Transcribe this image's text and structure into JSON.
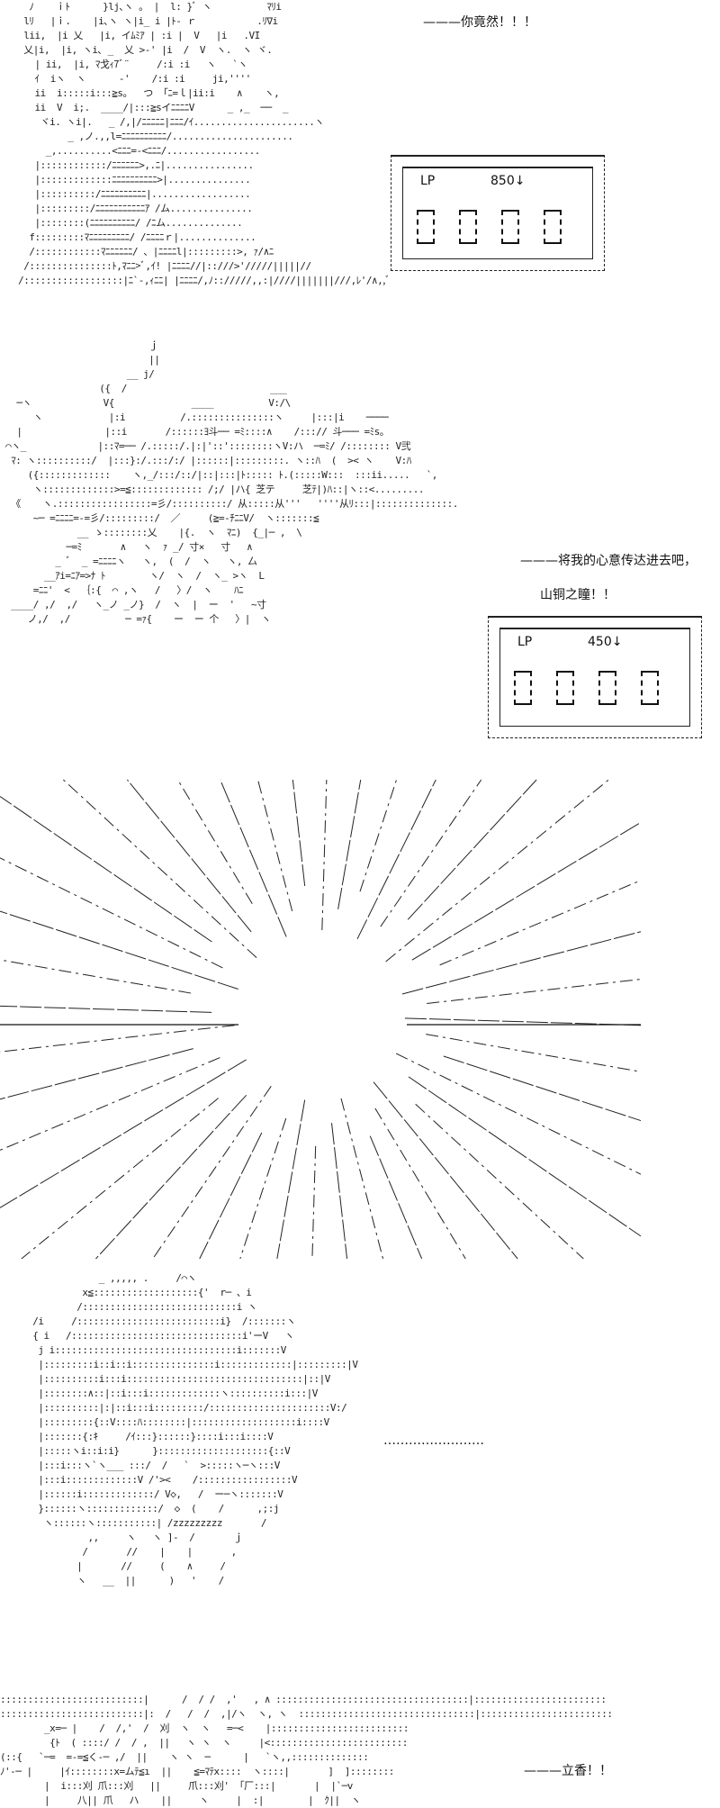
{
  "panels": [
    {
      "dialog": [
        "———你竟然！！！"
      ],
      "lp": {
        "label": "LP",
        "value": "850↓",
        "digits": [
          "0",
          "0",
          "0",
          "0"
        ]
      },
      "ascii_art": [
        "   ﾉ    ｉﾄ      }lj､ヽ 。 |  l: }ﾞ ヽ          ﾏﾘi",
        "  lﾘ   |ｉ.    |i､ヽ ヽ|i_ i |ﾄ‐ ｒ           .ﾘ∇i",
        "  lii,  |i 乂   |i, イﾑﾐｱ | :i |  V   |i   .VI",
        "  乂|i,  |i, ヽi､ _  乂 >‐' |i  /  V  ヽ.  ヽ ヾ.",
        "    | ii,  |i, ﾏ戈ｨ7ﾞ¨     /:i :i   ヽ   `ヽ",
        "    ｲ  iヽ  ヽ      ‐'    /:i :i     ji,''''",
        "    ii  i:::::i:::≧s。  つ 「ﾆ=ｌ|ii:i    ∧    ヽ,",
        "    ii  V  i;.  ____/|:::≧sイﾆﾆﾆﾆV      _ ,_  ──  _",
        "     ヾi. ヽi|.   _ /,|/ﾆﾆﾆﾆﾆ|ﾆﾆﾆ/ｲ......................ヽ",
        "          _ ,ノ.,,l=ﾆﾆﾆﾆﾆﾆﾆﾆﾆﾆ/......................",
        "      _,..........<ﾆﾆﾆ=-<ﾆﾆﾆ/.................",
        "    |::::::::::::/ﾆﾆﾆﾆﾆﾆ>,.ﾆ|................",
        "    |:::::::::::::ﾆﾆﾆﾆﾆﾆﾆﾆﾆﾆ>|...............",
        "    |::::::::::/ﾆﾆﾆﾆﾆﾆﾆﾆﾆﾆ|..................",
        "    |:::::::::/ﾆﾆﾆﾆﾆﾆﾆﾆﾆﾆﾆｱ /ム...............",
        "    |::::::::(ﾆﾆﾆﾆﾆﾆﾆﾆﾆﾆ/ /ﾆム..............",
        "   f:::::::::ﾏﾆﾆﾆﾆﾆﾆﾆﾆﾆ/ /ﾆﾆﾆﾆｒ|..............",
        "   /::::::::::::ﾏﾆﾆﾆﾆﾆﾆ/ 、|ﾆﾆﾆﾆl|:::::::::>, ｧ/∧ﾆ",
        "  /:::::::::::::::ﾄ,ﾏﾆﾆ>ﾞ,ｲ! |ﾆﾆﾆﾆ//|::///>'/////|||||//",
        " /::::::::::::::::::|ﾆ`-,ｨﾆﾆ| |ﾆﾆﾆﾆ/,ﾉ:://///,,:|////|||||||///,ﾚ'/∧,,ﾞ"
      ]
    },
    {
      "dialog": [
        "———将我的心意传达进去吧，",
        "山铜之瞳！！"
      ],
      "lp": {
        "label": "LP",
        "value": "450↓",
        "digits": [
          "0",
          "0",
          "0",
          "0"
        ]
      },
      "ascii_art": [
        "                           ｊ",
        "                           ||",
        "                       __ j/",
        "                  ({  /                          ___",
        "   ─ヽ             V{              ____          V:/\\",
        "      ヽ            |:i          /.:::::::::::::::ヽ     |:::|i    ────",
        "   |               |::i       /::::::ﾖ斗── =ﾐ::::∧    /:::// 斗─── =ﾐs。",
        " ⌒ヽ_             |::ﾏ=── /.:::::/.|:|'::'::::::::ヽV:ハ  ─=ﾐ/ /:::::::: V弐",
        "  ﾏ: ヽ::::::::::/  |:::}:/.:::/:/ |::::::|:::::::::. ヽ::ﾊ  (  >< ヽ    V:ﾊ",
        "     ({:::::::::::::    ヽ,_/:::/::/|::|:::|ﾄ::::: ﾄ.(:::::W:::  :::ii.....   `,",
        "      ヽ:::::::::::::>=≦::::::::::::: /;/ |ハ{ 芝テ     芝ﾃ|)ﾊ::|ヽ::<.........",
        "  《    ヽ.:::::::::::::::::=彡/::::::::::/ 从:::::从'''   ''''从ﾘ:::|::::::::::::::.",
        "      ~─ =ﾆﾆﾆﾆ=-=彡/:::::::::/  ／     (≧=-ﾁﾆﾆV/  ヽ:::::::≦",
        "              __ ゝ::::::::乂    |{.  ヽ  ﾏﾆ)  {_|─ ,  \\",
        "            ─=ﾐ       ∧   ヽ  ｧ _/ 寸×   寸   ∧",
        "          _ ﾞ  _ =ﾆﾆﾆﾆヽ   ヽ,  (  /  ヽ   ヽ, 厶",
        "        __ｱi=ﾆｱ=>ﾅ ﾄ        ヽ/  ヽ  /  ヽ_ >ヽ  L",
        "      =ﾆﾆ'  <  ｛:{  ⌒ ,ヽ   /   〉/  ヽ    ﾊﾆ",
        "  ____/ ,/  ,/   ヽ_ノ _ノ}  /  ヽ  |  ー  '   ~寸",
        "     ノ,/  ,/          ─ =ｧ{    ー  ー 个   〉|  ヽ"
      ]
    },
    {
      "dialog": [
        "……………………"
      ],
      "ascii_art": [
        "              _ ,,,,, .     /⌒ヽ",
        "           x≦:::::::::::::::::::{'  r─ 、i",
        "          /::::::::::::::::::::::::::::i ヽ",
        "  /i     /::::::::::::::::::::::::::i}  /:::::::ヽ",
        "  { i   /:::::::::::::::::::::::::::::::i'ーV   ヽ",
        "   j i:::::::::::::::::::::::::::::::::i:::::::V",
        "   |:::::::::i::i::i:::::::::::::::i:::::::::::::|:::::::::|V",
        "   |::::::::::i:::i::::::::::::::::::::::::::::::::|::|V",
        "   |::::::::∧::|::i:::i:::::::::::::ヽ::::::::::i:::|V",
        "   |::::::::::|:|::i:::i:::::::::/::::::::::::::::::::::V:/",
        "   |:::::::::{::V::::ﾊ::::::::|:::::::::::::::::::i::::V",
        "   |:::::::{:ｷ     /ｲ:::}::::::}::::i:::i::::V",
        "   |:::::ヽi::i:i}      }::::::::::::::::::::{::V",
        "   |:::i:::ヽ`ヽ___ :::/  /   `  >:::::ヽ─ヽ:::V",
        "   |:::i:::::::::::::V /'><    /:::::::::::::::::V",
        "   |::::::i:::::::::::::/ V◇,   /  ー─ヽ:::::::V",
        "   }::::::ヽ:::::::::::::/  ◇  (    /      ,;:j",
        "    ヽ::::::ヽ:::::::::::| /zzzzzzzzz       /",
        "            ,,     ヽ   ヽ ]-  /       ｊ",
        "           /       //    |    |       ,",
        "          |       //     (    ∧     /",
        "          ヽ   __  ||      )   '    /"
      ]
    },
    {
      "dialog": [
        "———立香！！"
      ],
      "ascii_art": [
        "::::::::::::::::::::::::::|      /  / /  ,'   , ∧ :::::::::::::::::::::::::::::::::::|::::::::::::::::::::::::",
        "::::::::::::::::::::::::::|:  /   /  /  ,|/ヽ  ヽ, ヽ  ::::::::::::::::::::::::::::::::|::::::::::::::::::::::::",
        "        _x=─ |    /  /,'  /  刈  ヽ  ヽ   =─<    |:::::::::::::::::::::::::",
        "         {ﾄ  ( ::::/ /  / ,  ||   ヽ ヽ  ヽ     |<:::::::::::::::::::::::::",
        "(::{   `─=  =‐=≦く‐─ ,/  ||    ヽ ヽ  ─      |   `ヽ,,::::::::::::::",
        "ﾉ'‐─ |     |ｲ::::::::x=ムﾃ≦ı  ||    ≦=ﾏﾃx::::  ヽ::::|       ]  ]::::::::",
        "        |  i:::刈 爪:::刈   ||     爪:::刈' 「厂:::|       |  |`─v",
        "        |     八|| 爪   ハ    ||     ヽ     |  :|        |  ｸ||  ヽ"
      ]
    }
  ]
}
